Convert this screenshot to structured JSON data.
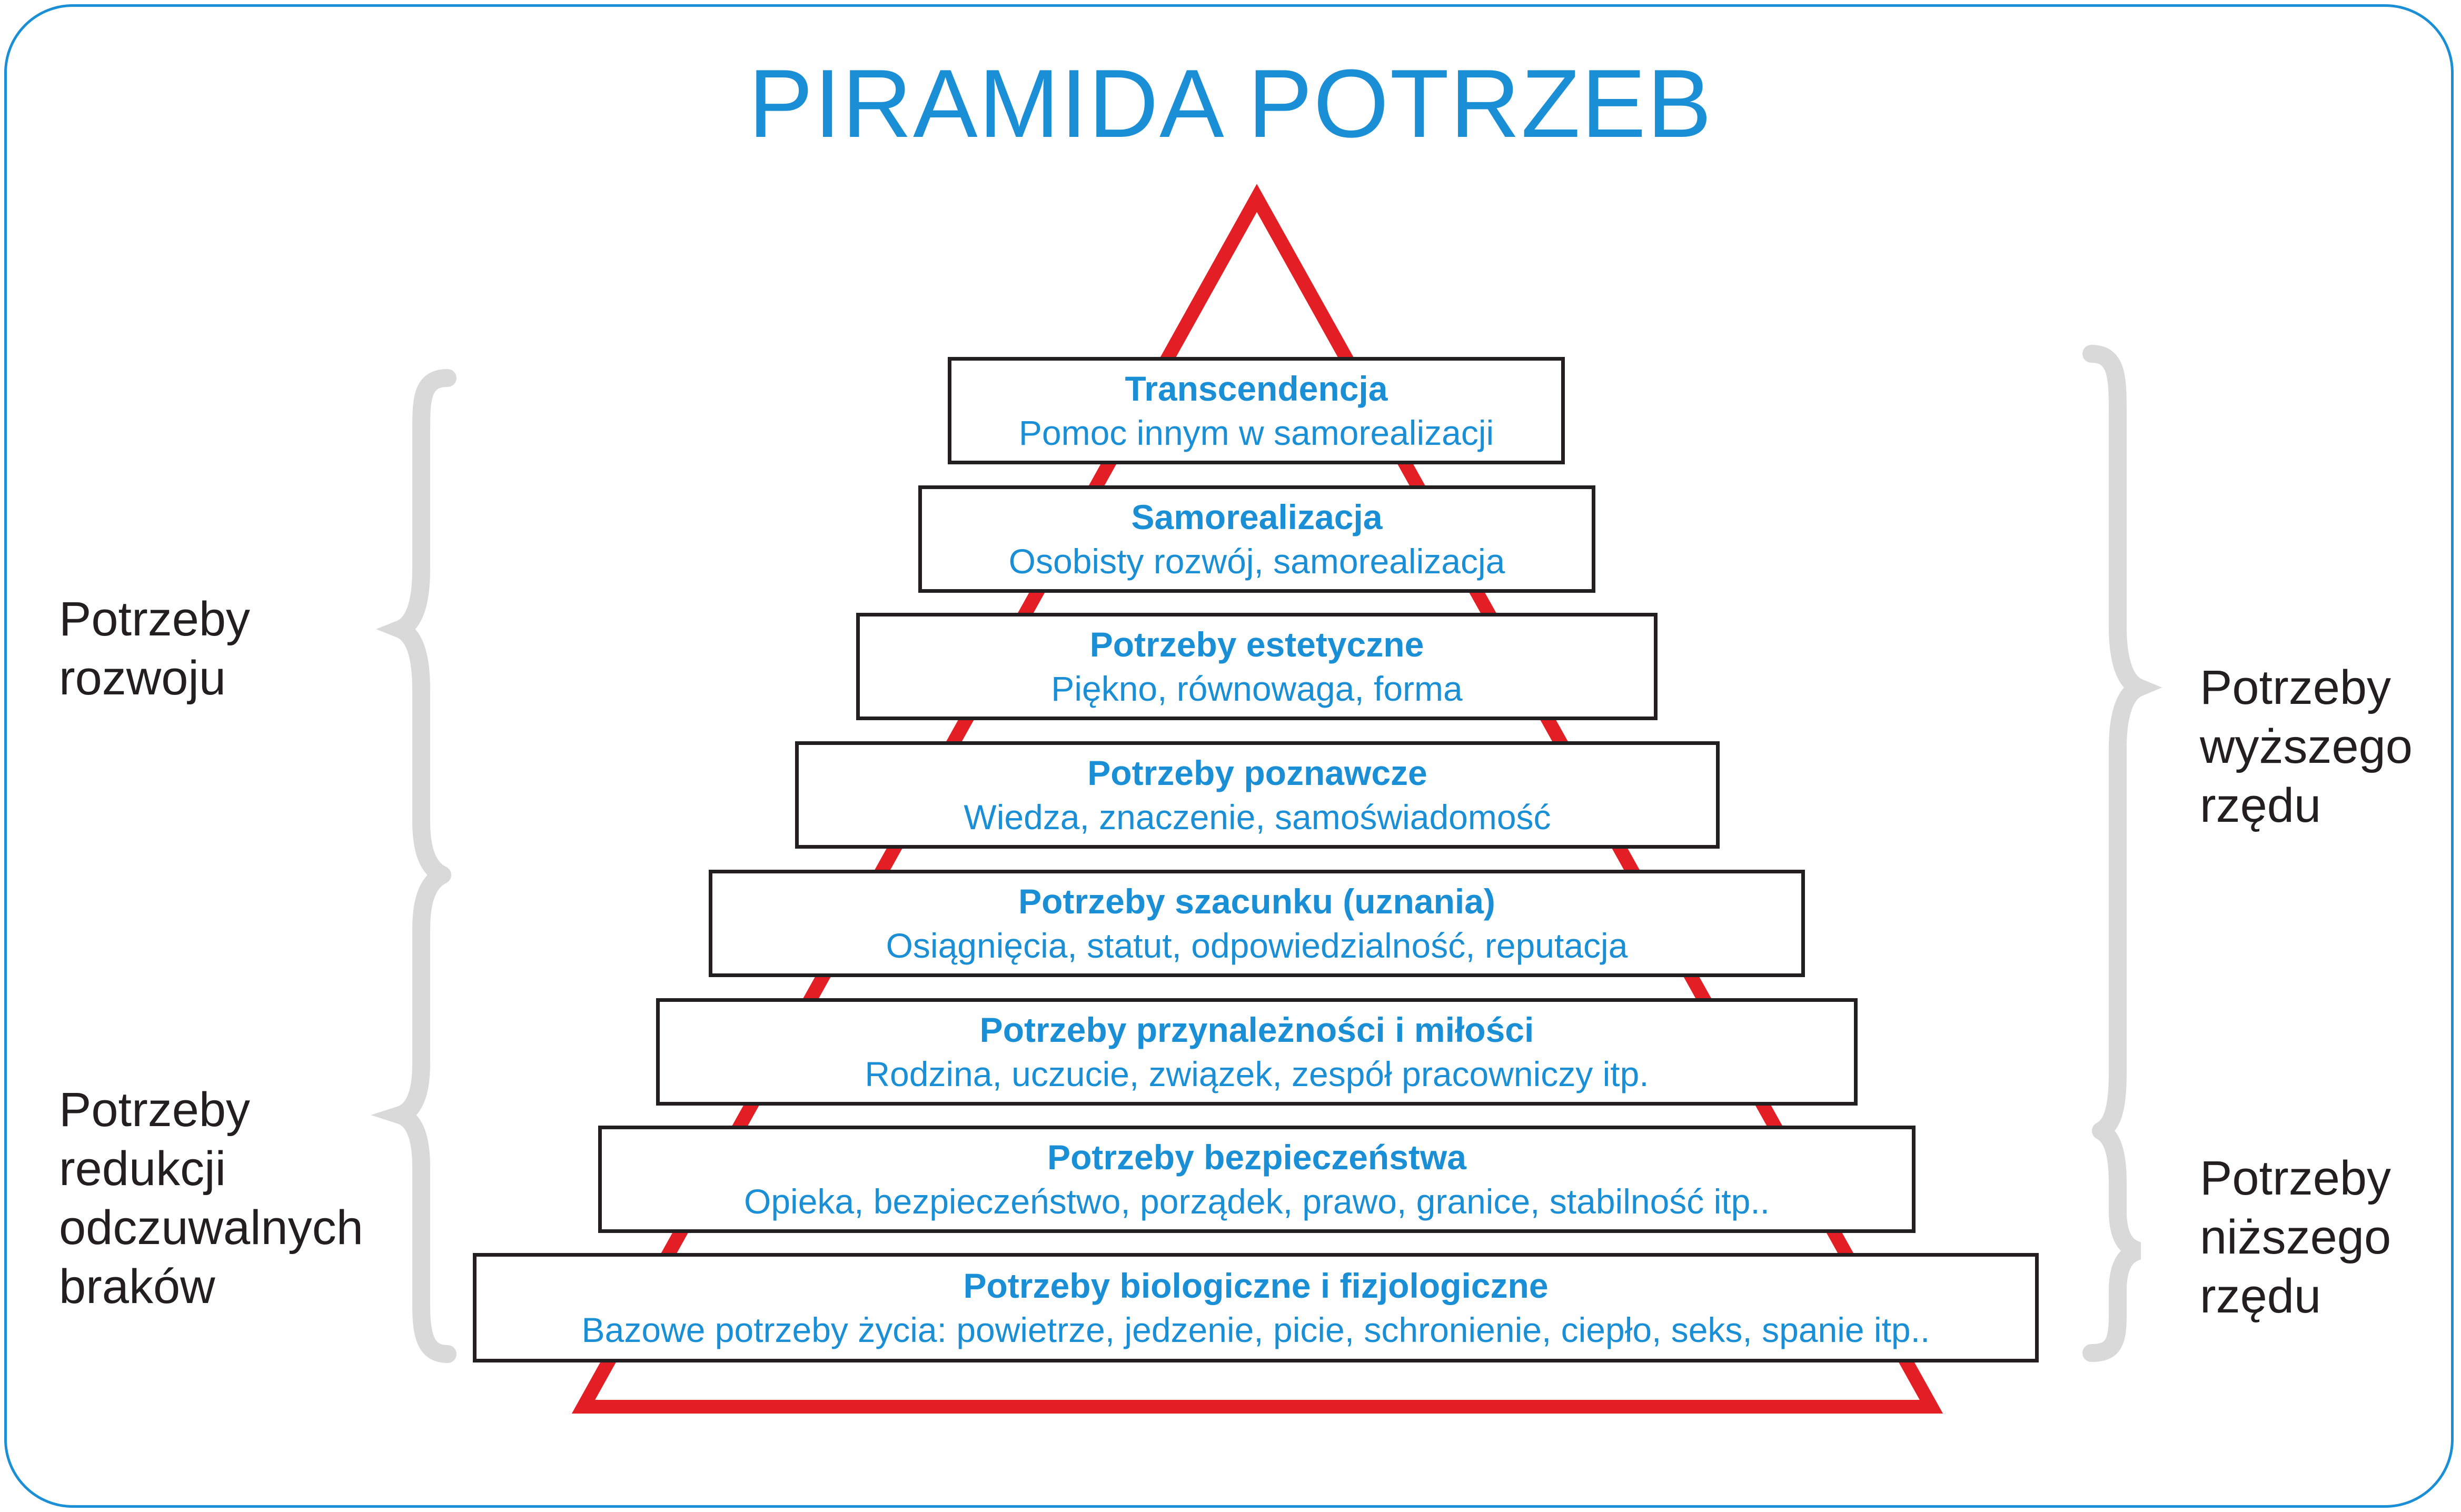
{
  "title": "PIRAMIDA POTRZEB",
  "levels": [
    {
      "name": "Transcendencja",
      "desc": "Pomoc innym w samorealizacji"
    },
    {
      "name": "Samorealizacja",
      "desc": "Osobisty rozwój, samorealizacja"
    },
    {
      "name": "Potrzeby estetyczne",
      "desc": "Piękno, równowaga, forma"
    },
    {
      "name": "Potrzeby poznawcze",
      "desc": "Wiedza, znaczenie, samoświadomość"
    },
    {
      "name": "Potrzeby szacunku (uznania)",
      "desc": "Osiągnięcia, statut, odpowiedzialność, reputacja"
    },
    {
      "name": "Potrzeby przynależności i miłości",
      "desc": "Rodzina, uczucie, związek, zespół pracowniczy itp."
    },
    {
      "name": "Potrzeby bezpieczeństwa",
      "desc": "Opieka, bezpieczeństwo, porządek, prawo, granice, stabilność itp.."
    },
    {
      "name": "Potrzeby biologiczne i fizjologiczne",
      "desc": "Bazowe potrzeby życia: powietrze, jedzenie, picie, schronienie, ciepło, seks, spanie itp.."
    }
  ],
  "left_groups": [
    {
      "lines": [
        "Potrzeby",
        "rozwoju"
      ]
    },
    {
      "lines": [
        "Potrzeby",
        "redukcji",
        "odczuwalnych",
        "braków"
      ]
    }
  ],
  "right_groups": [
    {
      "lines": [
        "Potrzeby",
        "wyższego",
        "rzędu"
      ]
    },
    {
      "lines": [
        "Potrzeby",
        "niższego",
        "rzędu"
      ]
    }
  ],
  "colors": {
    "accent": "#1a8fd6",
    "triangle": "#e31e24",
    "brace": "#d9d9d9",
    "box_border": "#231f20",
    "text_dark": "#231f20"
  }
}
